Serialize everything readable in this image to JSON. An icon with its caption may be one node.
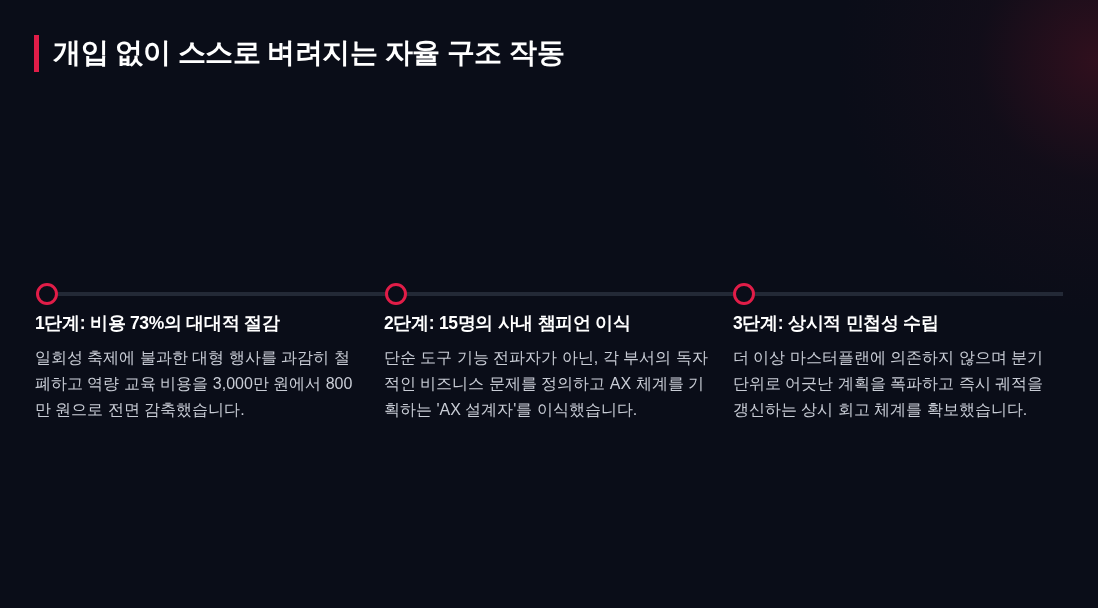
{
  "diagram": {
    "title": "개입 없이 스스로 벼려지는 자율 구조 작동",
    "nodes": [
      {
        "text": [],
        "shape": "circle",
        "beside": [
          "1단계: 비용 73%의 대대적 절감",
          "일회성 축제에 불과한 대형 행사를 과감히 철폐하고 역량 교육 비용을 3,000만 원에서 800만 원으로 전면 감축했습니다."
        ]
      },
      {
        "text": [],
        "shape": "circle",
        "beside": [
          "2단계: 15명의 사내 챔피언 이식",
          "단순 도구 기능 전파자가 아닌, 각 부서의 독자적인 비즈니스 문제를 정의하고 AX 체계를 기획하는 'AX 설계자'를 이식했습니다."
        ]
      },
      {
        "text": [],
        "shape": "circle",
        "beside": [
          "3단계: 상시적 민첩성 수립",
          "더 이상 마스터플랜에 의존하지 않으며 분기 단위로 어긋난 계획을 폭파하고 즉시 궤적을 갱신하는 상시 회고 체계를 확보했습니다."
        ]
      }
    ],
    "edges": [
      {
        "from": 0,
        "to": 1,
        "arrow": "none"
      },
      {
        "from": 1,
        "to": 2,
        "arrow": "none"
      },
      {
        "from": 2,
        "to": null,
        "arrow": "none"
      }
    ]
  }
}
